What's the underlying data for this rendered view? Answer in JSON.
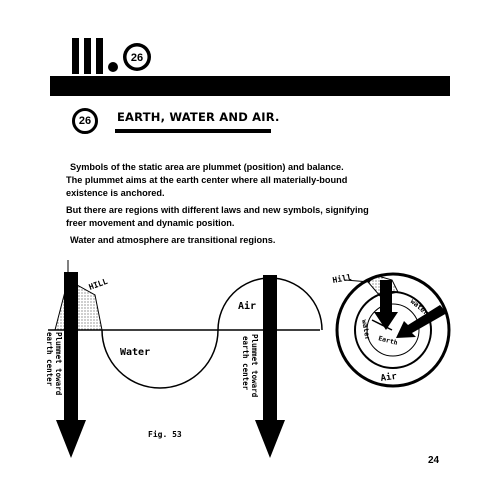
{
  "header": {
    "chapter_numeral": "III",
    "chapter_badge": "26"
  },
  "section": {
    "number": "26",
    "title": "EARTH, WATER AND AIR."
  },
  "body": {
    "p1_lines": [
      "Symbols of the static area are plummet (position) and balance.",
      "The plummet aims at the earth center where all materially-bound",
      "existence is anchored."
    ],
    "p2_lines": [
      "But there are regions with different laws and new symbols, signifying",
      "freer movement and dynamic position."
    ],
    "p3": "Water and atmosphere are transitional regions."
  },
  "figure": {
    "label_hill_left": "HILL",
    "label_air": "Air",
    "label_water": "Water",
    "plummet_left_1": "Plummet toward",
    "plummet_left_2": "earth center",
    "plummet_mid_1": "Plummet toward",
    "plummet_mid_2": "earth center",
    "label_hill_right": "Hill",
    "label_water_ring": "water",
    "label_water_ring_left": "water",
    "label_earth": "Earth",
    "label_air_ring": "Air",
    "caption": "Fig. 53"
  },
  "page_number": "24"
}
